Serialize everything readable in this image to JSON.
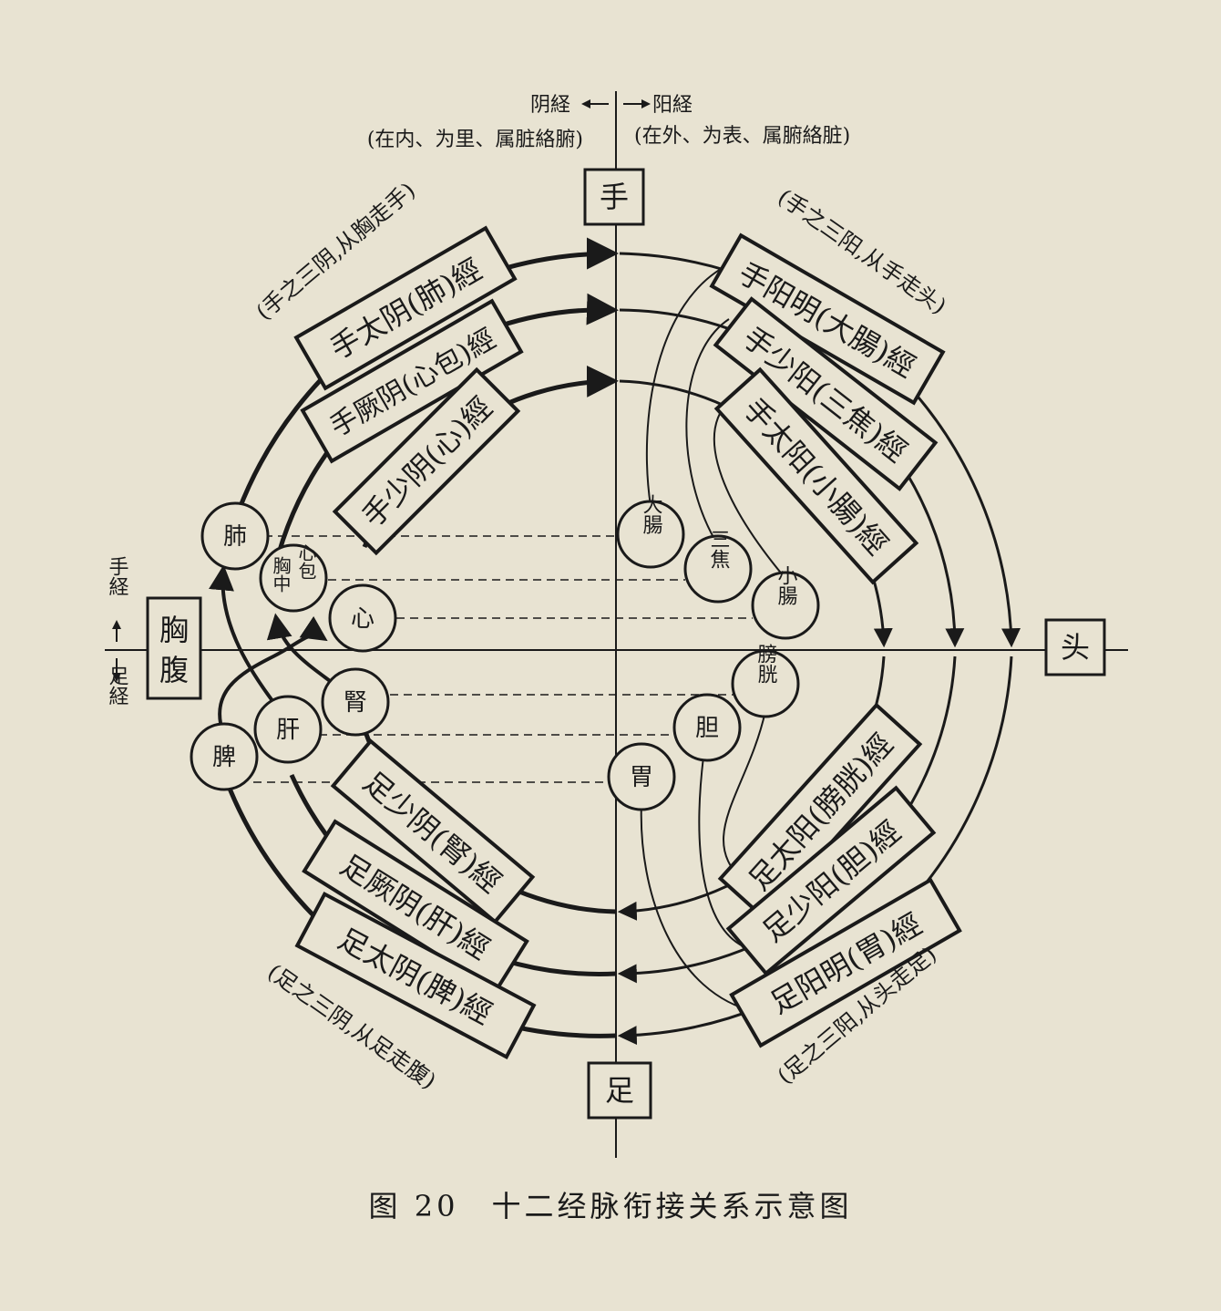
{
  "header": {
    "yin_arrow_label": "阴経",
    "yang_arrow_label": "阳経",
    "yin_note": "(在内、为里、属脏絡腑)",
    "yang_note": "(在外、为表、属腑絡脏)"
  },
  "nodes": {
    "hand": "手",
    "foot": "足",
    "head": "头",
    "chest_top": "胸",
    "chest_bottom": "腹"
  },
  "side": {
    "hand_jing": "手経",
    "foot_jing": "足経"
  },
  "group_notes": {
    "hand_yin": "(手之三阴,从胸走手)",
    "hand_yang": "(手之三阳,从手走头)",
    "foot_yin": "(足之三阴,从足走腹)",
    "foot_yang": "(足之三阳,从头走足)"
  },
  "meridians": {
    "hand_taiyin": "手太阴(肺)經",
    "hand_jueyin": "手厥阴(心包)經",
    "hand_shaoyin": "手少阴(心)經",
    "hand_yangming": "手阳明(大腸)經",
    "hand_shaoyang": "手少阳(三焦)經",
    "hand_taiyang": "手太阳(小腸)經",
    "foot_shaoyin": "足少阴(腎)經",
    "foot_jueyin": "足厥阴(肝)經",
    "foot_taiyin": "足太阴(脾)經",
    "foot_taiyang": "足太阳(膀胱)經",
    "foot_shaoyang": "足少阳(胆)經",
    "foot_yangming": "足阳明(胃)經"
  },
  "organs": {
    "lung": "肺",
    "pericardium_a": "胸中",
    "pericardium_b": "心包",
    "heart": "心",
    "kidney": "腎",
    "liver": "肝",
    "spleen": "脾",
    "large_intestine": "大腸",
    "sanjiao": "三焦",
    "small_intestine": "小腸",
    "bladder": "膀胱",
    "gallbladder": "胆",
    "stomach": "胃"
  },
  "caption": "图 20　十二经脉衔接关系示意图"
}
